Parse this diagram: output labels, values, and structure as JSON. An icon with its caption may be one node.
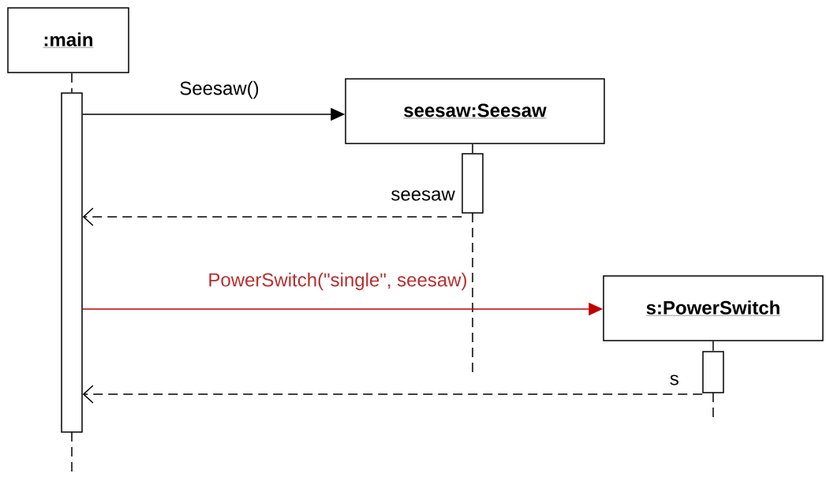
{
  "diagram": {
    "nodes": [
      {
        "text": [
          ":main"
        ]
      },
      {
        "text": [
          "seesaw:Seesaw"
        ]
      },
      {
        "text": [
          "s:PowerSwitch"
        ]
      },
      {
        "text": [],
        "shape": "bar"
      },
      {
        "text": [],
        "shape": "bar"
      },
      {
        "text": [],
        "shape": "bar"
      }
    ],
    "edges": [
      {
        "from": 0,
        "to": 3,
        "arrow": "none",
        "style": "dashed"
      },
      {
        "from": 3,
        "to": 1,
        "arrow": "to",
        "label": "Seesaw()"
      },
      {
        "from": 1,
        "to": 4,
        "arrow": "none",
        "style": "dashed"
      },
      {
        "from": 4,
        "to": 3,
        "arrow": "to",
        "style": "dashed",
        "label": "seesaw"
      },
      {
        "from": 3,
        "to": 2,
        "arrow": "to",
        "label": "PowerSwitch(\"single\", seesaw)",
        "color": "#c00000"
      },
      {
        "from": 2,
        "to": 5,
        "arrow": "none",
        "style": "dashed"
      },
      {
        "from": 5,
        "to": 3,
        "arrow": "to",
        "style": "dashed",
        "label": "s"
      }
    ]
  }
}
